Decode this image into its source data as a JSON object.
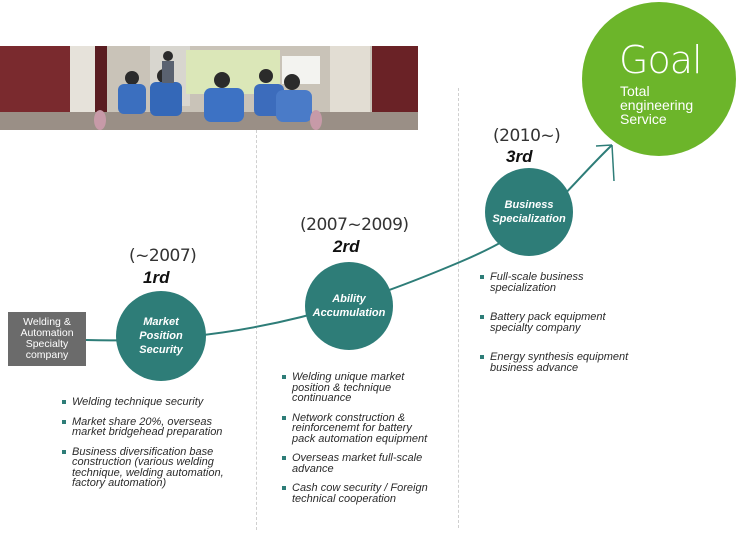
{
  "start_box": [
    "Welding &",
    "Automation",
    "Specialty",
    "company"
  ],
  "stages": [
    {
      "period": "(~2007)",
      "rank": "1rd",
      "circle": [
        "Market",
        "Position",
        "Security"
      ],
      "bullets": [
        [
          "Welding technique security"
        ],
        [
          "Market share 20%, overseas",
          "market bridgehead preparation"
        ],
        [
          "Business diversification base",
          "construction (various welding",
          "technique, welding automation,",
          "factory automation)"
        ]
      ]
    },
    {
      "period": "(2007~2009)",
      "rank": "2rd",
      "circle": [
        "Ability",
        "Accumulation"
      ],
      "bullets": [
        [
          "Welding unique market",
          "position & technique",
          "continuance"
        ],
        [
          "Network construction &",
          "reinforcenemt  for battery",
          "pack automation equipment"
        ],
        [
          "Overseas market full-scale",
          "advance"
        ],
        [
          "Cash cow security / Foreign",
          "technical cooperation"
        ]
      ]
    },
    {
      "period": "(2010~)",
      "rank": "3rd",
      "circle": [
        "Business",
        "Specialization"
      ],
      "bullets": [
        [
          "Full-scale business",
          "specialization"
        ],
        [
          "Battery pack equipment",
          "specialty company"
        ],
        [
          "Energy synthesis equipment",
          "business advance"
        ]
      ]
    }
  ],
  "goal": {
    "title": "Goal",
    "subtitle": [
      "Total",
      "engineering",
      "Service"
    ]
  },
  "colors": {
    "stage_circle": "#2e7d78",
    "goal_circle": "#6cb52a",
    "start_box": "#6b6b6b",
    "bullet": "#2e7d78"
  }
}
